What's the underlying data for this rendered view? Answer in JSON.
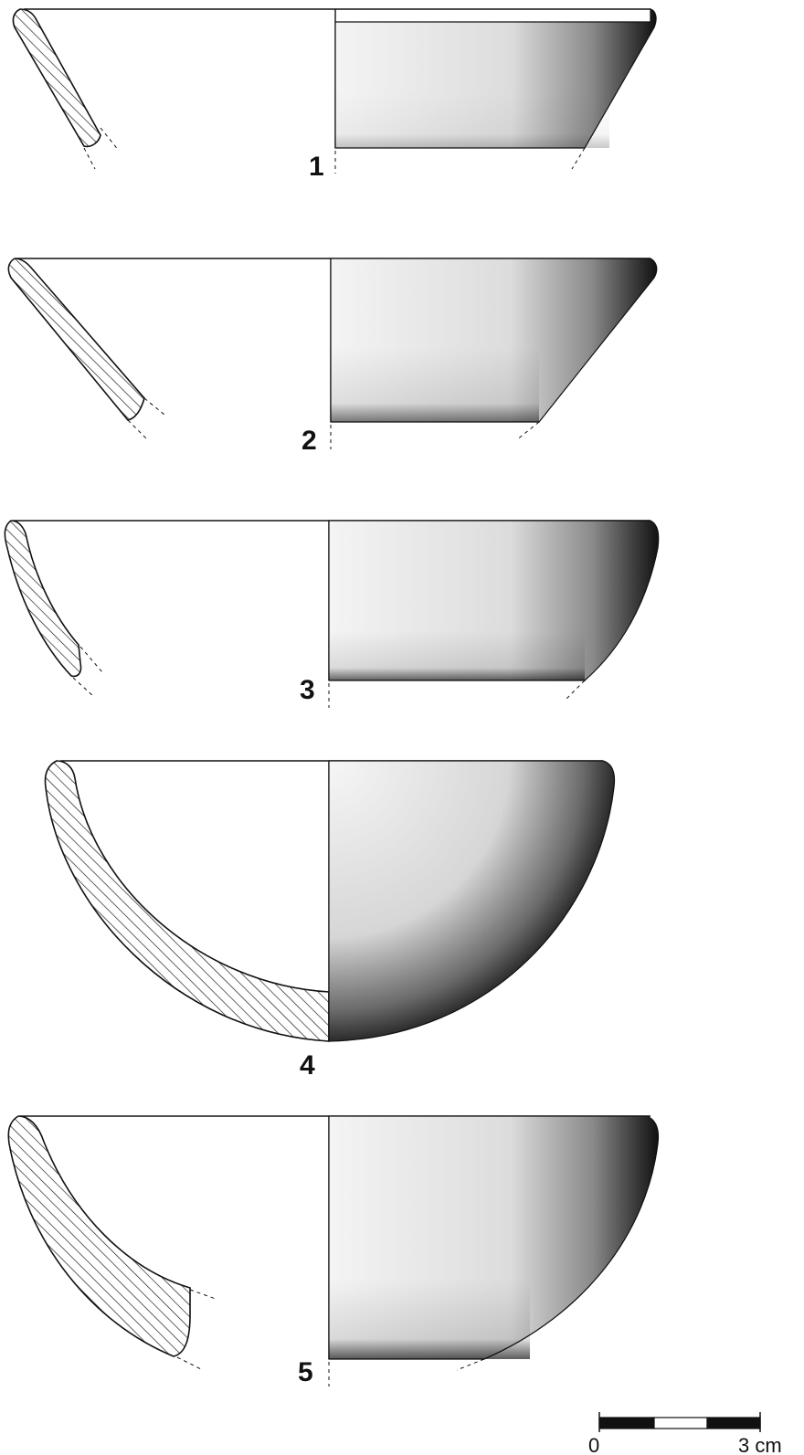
{
  "figure": {
    "vessels": [
      {
        "number": "1"
      },
      {
        "number": "2"
      },
      {
        "number": "3"
      },
      {
        "number": "4"
      },
      {
        "number": "5"
      }
    ],
    "scale_bar": {
      "start_label": "0",
      "end_label": "3 cm",
      "segments": 3,
      "fill_pattern": [
        "black",
        "white",
        "black"
      ]
    }
  },
  "colors": {
    "ink": "#111111",
    "paper": "#ffffff"
  }
}
